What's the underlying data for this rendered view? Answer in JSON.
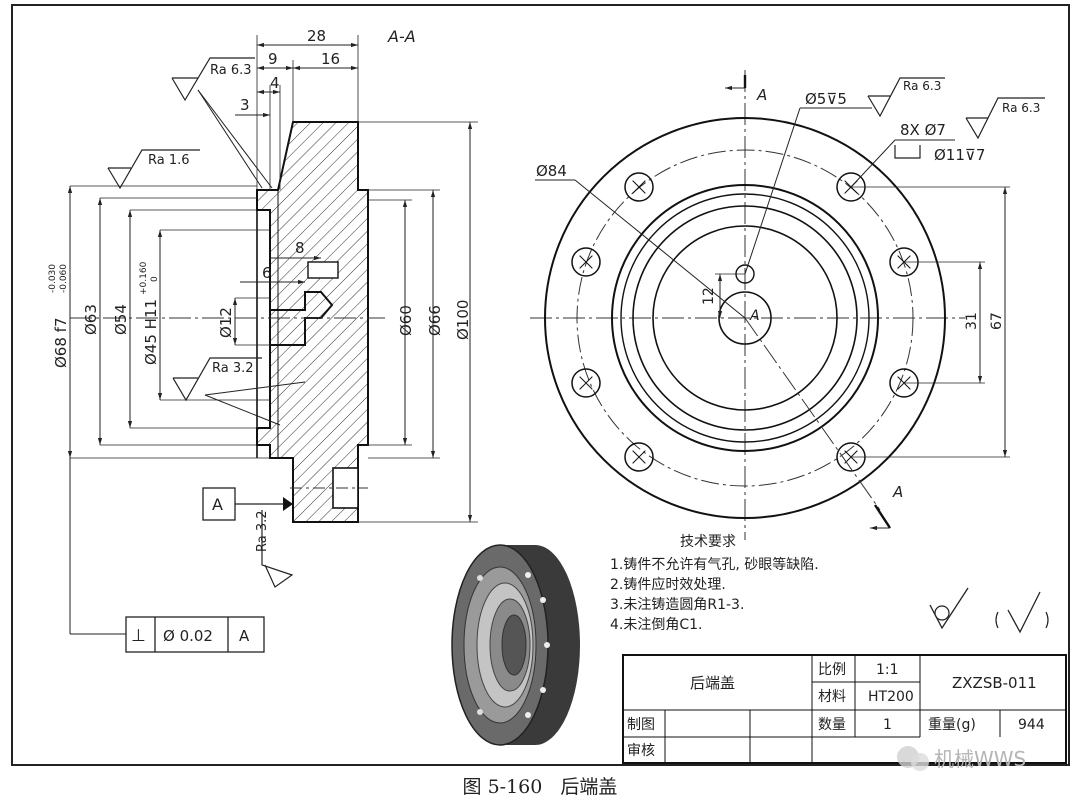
{
  "section": {
    "label": "A-A",
    "dims": [
      "28",
      "9",
      "16",
      "4",
      "3",
      "8",
      "6"
    ],
    "diameters": {
      "d68": "Ø68 f7",
      "d68_tol_upper": "-0.030",
      "d68_tol_lower": "-0.060",
      "d63": "Ø63",
      "d54": "Ø54",
      "d45": "Ø45 H11",
      "d45_tol_upper": "+0.160",
      "d45_tol_lower": "0",
      "d12": "Ø12",
      "d60": "Ø60",
      "d66": "Ø66",
      "d100": "Ø100"
    },
    "roughness": [
      "Ra 6.3",
      "Ra 1.6",
      "Ra 3.2",
      "Ra 3.2"
    ],
    "datum": "A",
    "tolerance_frame": {
      "symbol": "⊥",
      "value": "Ø 0.02",
      "datum": "A"
    }
  },
  "front_view": {
    "section_mark": "A",
    "center_label": "A",
    "hole_small": "Ø5⊽5",
    "roughness": [
      "Ra 6.3",
      "Ra 6.3"
    ],
    "holes_count": "8X Ø7",
    "counterbore": "Ø11⊽7",
    "pitch_diameter": "Ø84",
    "dims": [
      "12",
      "31",
      "67"
    ]
  },
  "tech_requirements": {
    "title": "技术要求",
    "items": [
      "1.铸件不允许有气孔, 砂眼等缺陷.",
      "2.铸件应时效处理.",
      "3.未注铸造圆角R1-3.",
      "4.未注倒角C1."
    ]
  },
  "title_block": {
    "part_name": "后端盖",
    "scale_label": "比例",
    "scale_value": "1:1",
    "material_label": "材料",
    "material_value": "HT200",
    "drawing_no": "ZXZSB-011",
    "drawn_label": "制图",
    "checked_label": "审核",
    "quantity_label": "数量",
    "quantity_value": "1",
    "weight_label": "重量(g)",
    "weight_value": "944"
  },
  "watermark": "机械WWS",
  "caption": {
    "figure_no": "图 5-160",
    "title": "后端盖"
  }
}
